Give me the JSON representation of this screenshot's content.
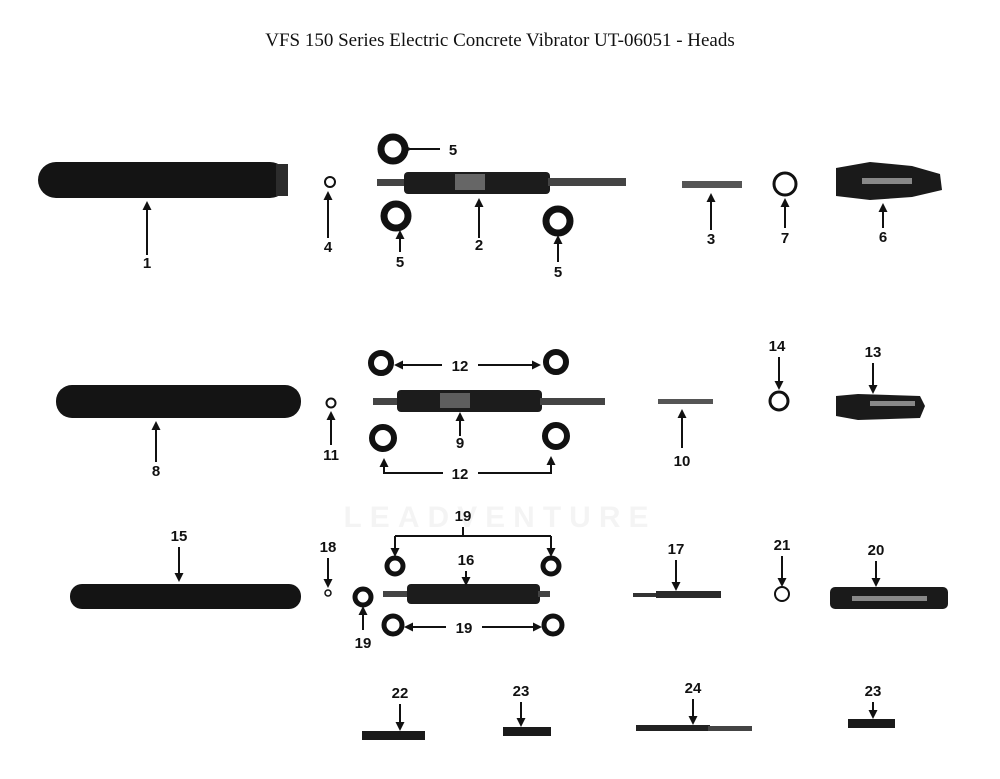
{
  "title": "VFS 150 Series Electric Concrete Vibrator UT-06051 - Heads",
  "watermark": "LEADVENTURE",
  "labels": {
    "p1": "1",
    "p2": "2",
    "p3": "3",
    "p4": "4",
    "p5a": "5",
    "p5b": "5",
    "p5c": "5",
    "p6": "6",
    "p7": "7",
    "p8": "8",
    "p9": "9",
    "p10": "10",
    "p11": "11",
    "p12a": "12",
    "p12b": "12",
    "p13": "13",
    "p14": "14",
    "p15": "15",
    "p16": "16",
    "p17": "17",
    "p18": "18",
    "p19a": "19",
    "p19b": "19",
    "p19c": "19",
    "p20": "20",
    "p21": "21",
    "p22": "22",
    "p23a": "23",
    "p23b": "23",
    "p24": "24"
  }
}
